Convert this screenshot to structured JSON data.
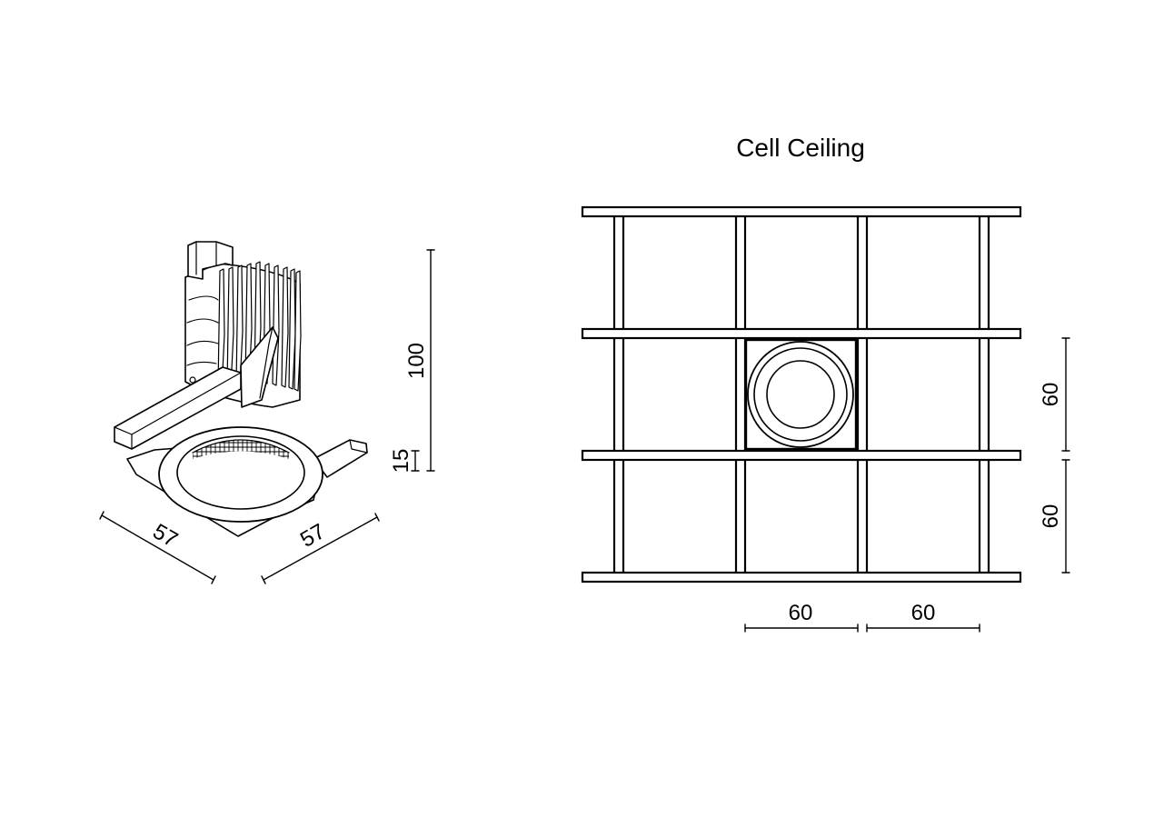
{
  "ceiling_view": {
    "title": "Cell Ceiling",
    "vertical_dims": [
      "60",
      "60"
    ],
    "horizontal_dims": [
      "60",
      "60"
    ]
  },
  "product_view": {
    "height_dim": "100",
    "trim_dim": "15",
    "width_dim_left": "57",
    "width_dim_right": "57"
  },
  "colors": {
    "line": "#000000",
    "background": "#ffffff"
  }
}
